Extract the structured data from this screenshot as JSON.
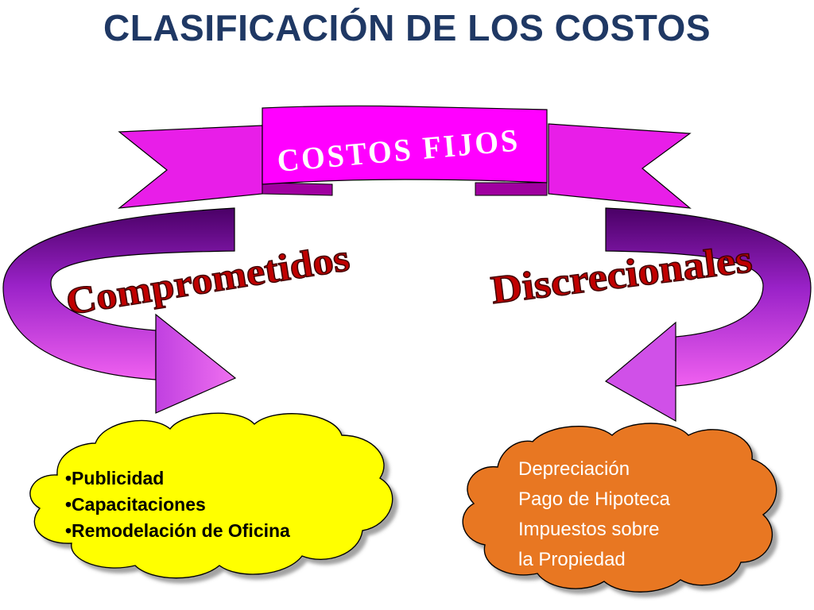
{
  "title": "CLASIFICACIÓN DE LOS COSTOS",
  "ribbon": {
    "label": "COSTOS FIJOS"
  },
  "left_branch": {
    "label": "Comprometidos",
    "items": [
      "•Publicidad",
      "•Capacitaciones",
      "•Remodelación de Oficina"
    ]
  },
  "right_branch": {
    "label": "Discrecionales",
    "items": [
      "Depreciación",
      "Pago de Hipoteca",
      "Impuestos sobre",
      "la Propiedad"
    ]
  },
  "colors": {
    "title": "#1f3864",
    "ribbon_fill": "#ff00ff",
    "arrow_light": "#ee55ee",
    "arrow_dark": "#5a007a",
    "arc_text": "#c00000",
    "left_cloud": "#ffff00",
    "right_cloud": "#e87722"
  }
}
